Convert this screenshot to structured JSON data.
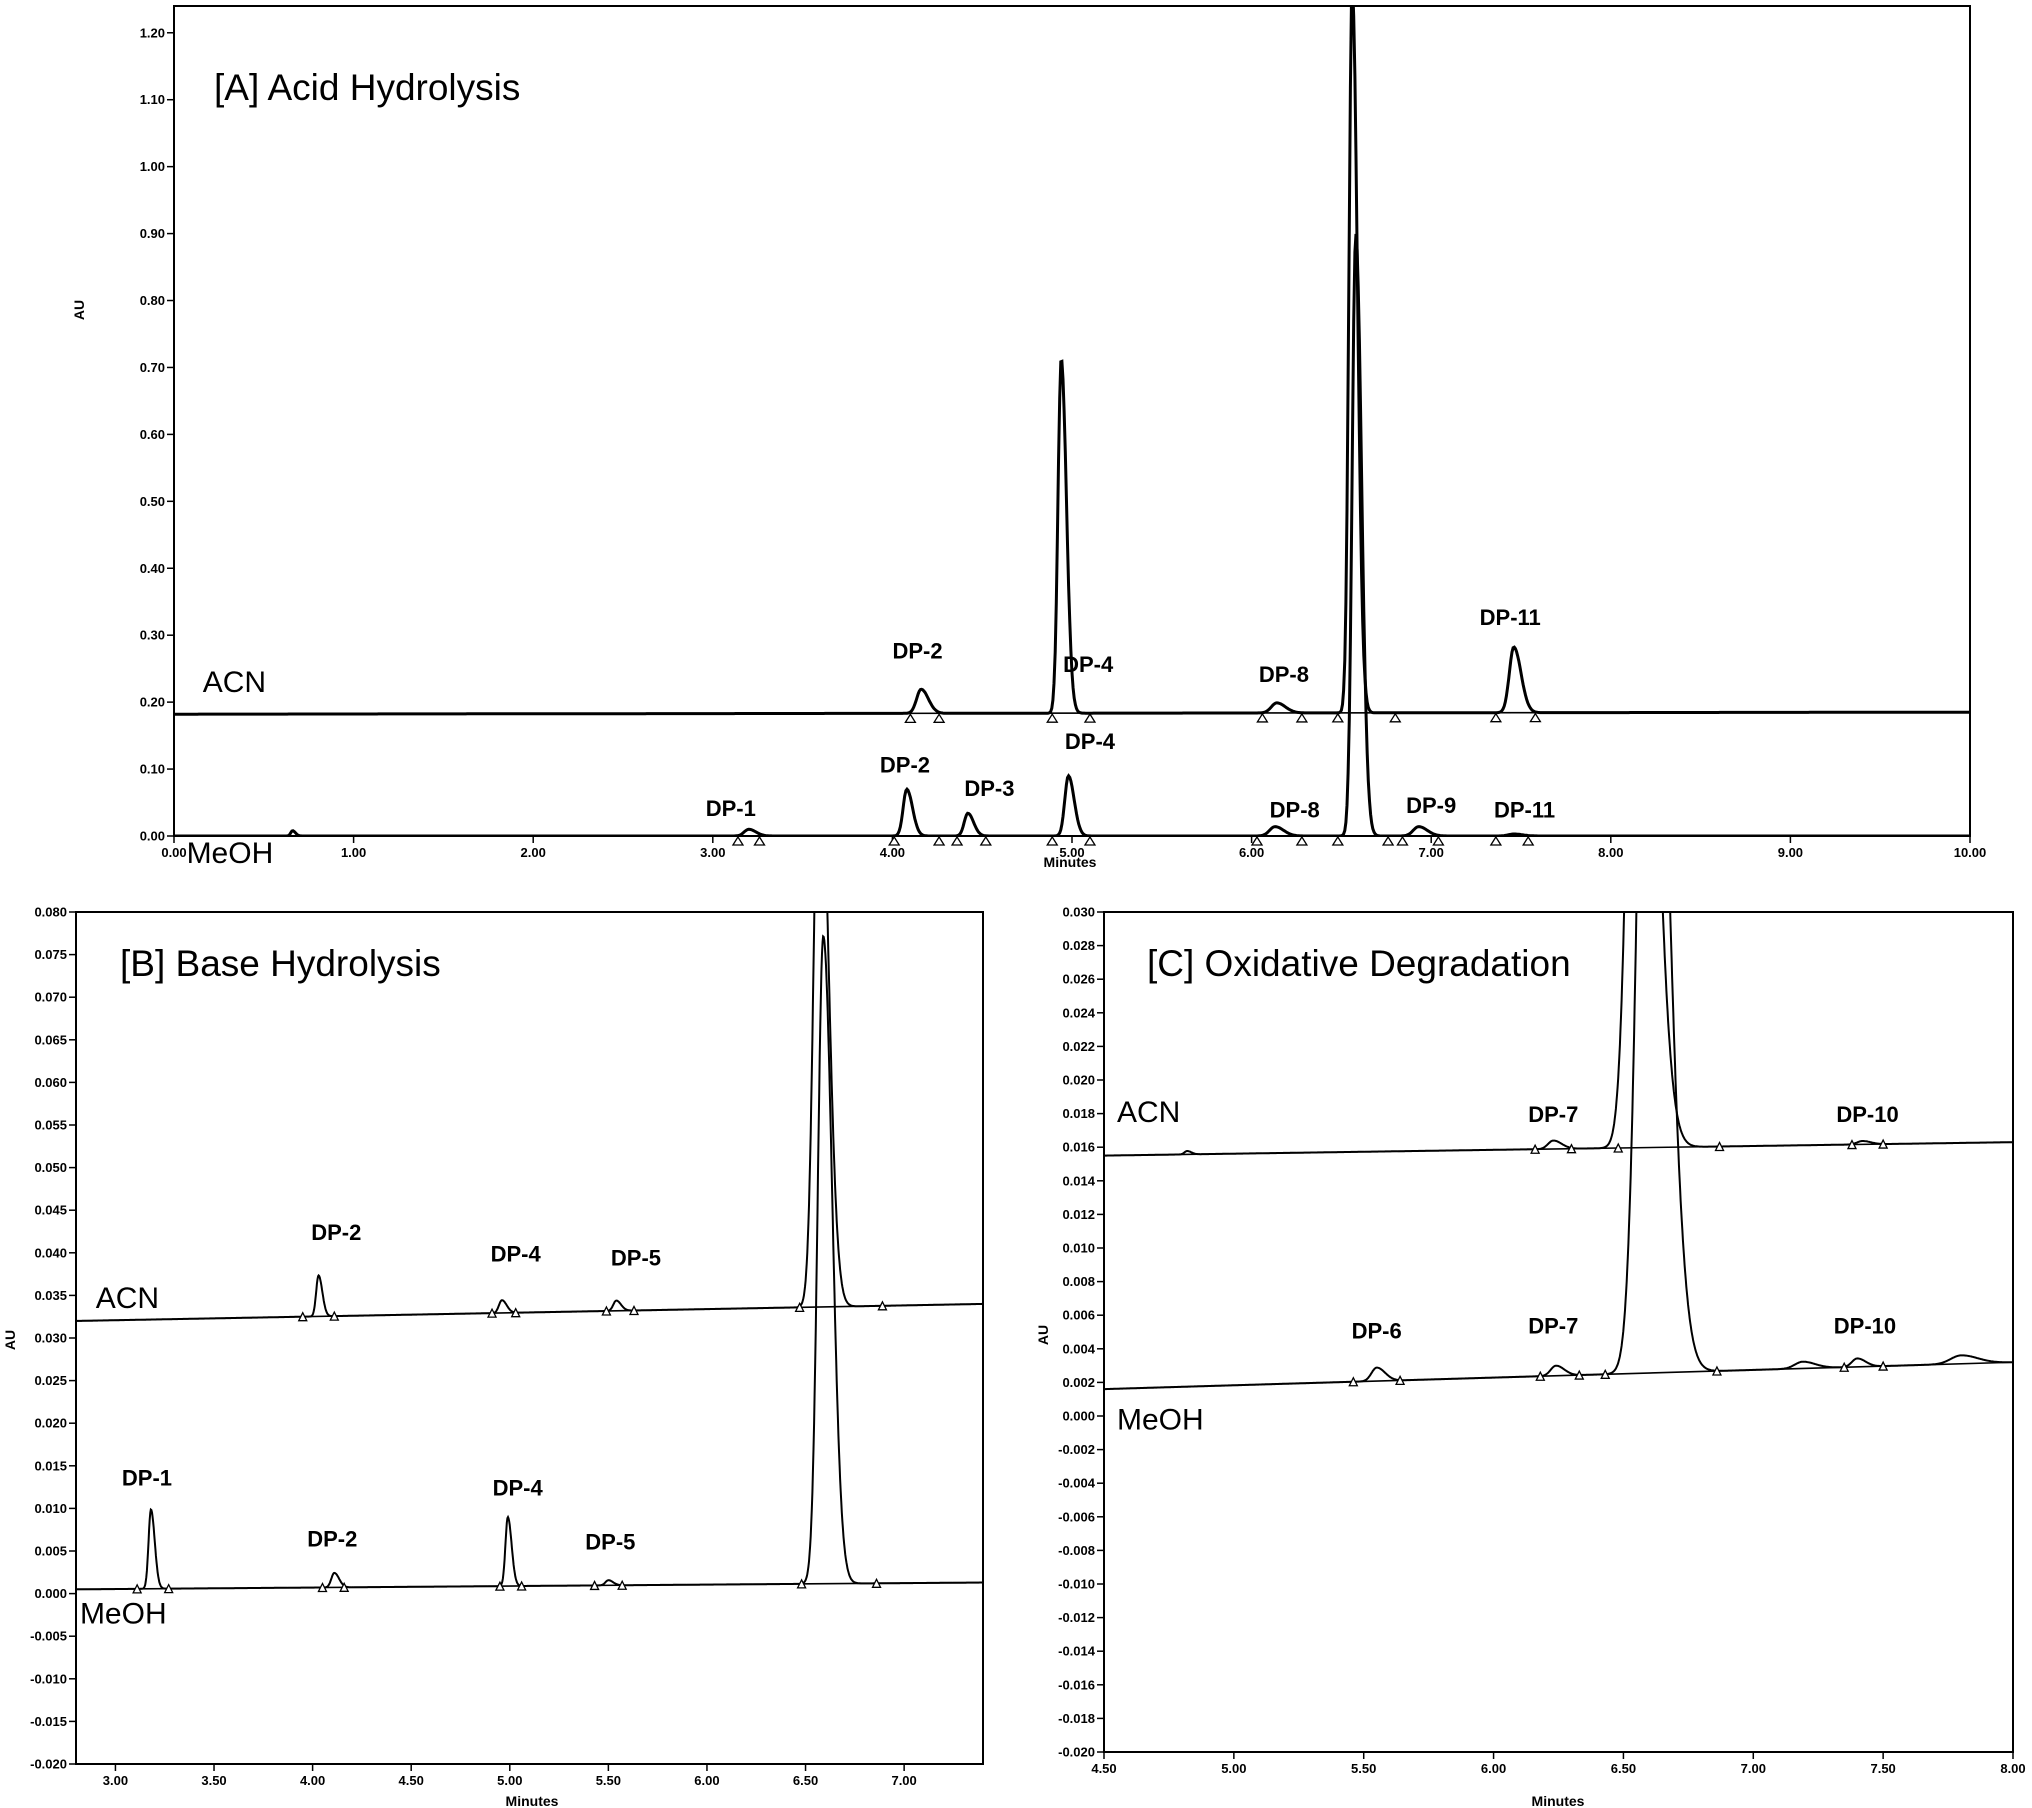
{
  "chart_data": [
    {
      "id": "A",
      "type": "line",
      "title": "[A] Acid Hydrolysis",
      "xlabel": "Minutes",
      "ylabel": "AU",
      "xlim": [
        0,
        10
      ],
      "ylim": [
        0,
        1.24
      ],
      "xticks": [
        0,
        1,
        2,
        3,
        4,
        5,
        6,
        7,
        8,
        9,
        10
      ],
      "yticks": [
        0,
        0.1,
        0.2,
        0.3,
        0.4,
        0.5,
        0.6,
        0.7,
        0.8,
        0.9,
        1.0,
        1.1,
        1.2
      ],
      "tick_decimals_x": 2,
      "tick_decimals_y": 2,
      "series": [
        {
          "name": "ACN",
          "base_start": 0.182,
          "base_end": 0.185,
          "peaks": [
            {
              "t": 4.16,
              "h": 0.036,
              "w": 0.025
            },
            {
              "t": 4.94,
              "h": 0.53,
              "w": 0.018
            },
            {
              "t": 6.14,
              "h": 0.015,
              "w": 0.03
            },
            {
              "t": 6.56,
              "h": 1.09,
              "w": 0.018
            },
            {
              "t": 7.46,
              "h": 0.098,
              "w": 0.025
            }
          ],
          "markers": [
            4.1,
            4.26,
            4.89,
            5.1,
            6.06,
            6.28,
            6.48,
            6.8,
            7.36,
            7.58
          ],
          "labels": [
            {
              "text": "DP-2",
              "t": 4.14,
              "y": 0.265
            },
            {
              "text": "DP-4",
              "t": 5.09,
              "y": 0.245
            },
            {
              "text": "DP-8",
              "t": 6.18,
              "y": 0.23
            },
            {
              "text": "DP-11",
              "t": 7.44,
              "y": 0.315
            }
          ],
          "label": {
            "text": "ACN",
            "t": 0.16,
            "y": 0.215
          }
        },
        {
          "name": "MeOH",
          "base_start": 0.0,
          "base_end": 0.0,
          "peaks": [
            {
              "t": 0.66,
              "h": 0.008,
              "w": 0.01
            },
            {
              "t": 3.2,
              "h": 0.01,
              "w": 0.025
            },
            {
              "t": 4.08,
              "h": 0.07,
              "w": 0.02
            },
            {
              "t": 4.42,
              "h": 0.034,
              "w": 0.02
            },
            {
              "t": 4.98,
              "h": 0.09,
              "w": 0.02
            },
            {
              "t": 6.13,
              "h": 0.014,
              "w": 0.03
            },
            {
              "t": 6.58,
              "h": 0.9,
              "w": 0.02
            },
            {
              "t": 6.93,
              "h": 0.014,
              "w": 0.03
            },
            {
              "t": 7.46,
              "h": 0.003,
              "w": 0.03
            }
          ],
          "markers": [
            3.14,
            3.26,
            4.01,
            4.26,
            4.36,
            4.52,
            4.89,
            5.1,
            6.03,
            6.28,
            6.48,
            6.76,
            6.84,
            7.04,
            7.36,
            7.54
          ],
          "labels": [
            {
              "text": "DP-1",
              "t": 3.1,
              "y": 0.03
            },
            {
              "text": "DP-2",
              "t": 4.07,
              "y": 0.095
            },
            {
              "text": "DP-3",
              "t": 4.54,
              "y": 0.06
            },
            {
              "text": "DP-4",
              "t": 5.1,
              "y": 0.13
            },
            {
              "text": "DP-8",
              "t": 6.24,
              "y": 0.028
            },
            {
              "text": "DP-9",
              "t": 7.0,
              "y": 0.034
            },
            {
              "text": "DP-11",
              "t": 7.52,
              "y": 0.028
            }
          ],
          "label": {
            "text": "MeOH",
            "t": 0.07,
            "y": -0.04
          }
        }
      ]
    },
    {
      "id": "B",
      "type": "line",
      "title": "[B] Base Hydrolysis",
      "xlabel": "Minutes",
      "ylabel": "AU",
      "xlim": [
        2.8,
        7.4
      ],
      "ylim": [
        -0.02,
        0.08
      ],
      "xticks": [
        3.0,
        3.5,
        4.0,
        4.5,
        5.0,
        5.5,
        6.0,
        6.5,
        7.0
      ],
      "yticks": [
        -0.02,
        -0.015,
        -0.01,
        -0.005,
        0.0,
        0.005,
        0.01,
        0.015,
        0.02,
        0.025,
        0.03,
        0.035,
        0.04,
        0.045,
        0.05,
        0.055,
        0.06,
        0.065,
        0.07,
        0.075,
        0.08
      ],
      "tick_decimals_x": 2,
      "tick_decimals_y": 3,
      "series": [
        {
          "name": "ACN",
          "base_start": 0.032,
          "base_end": 0.034,
          "peaks": [
            {
              "t": 4.03,
              "h": 0.0048,
              "w": 0.012
            },
            {
              "t": 4.96,
              "h": 0.0015,
              "w": 0.015
            },
            {
              "t": 5.54,
              "h": 0.0012,
              "w": 0.015
            },
            {
              "t": 6.57,
              "h": 0.07,
              "w": 0.028
            }
          ],
          "markers": [
            3.95,
            4.11,
            4.91,
            5.03,
            5.49,
            5.63,
            6.47,
            6.89
          ],
          "labels": [
            {
              "text": "DP-2",
              "t": 4.12,
              "y": 0.0415
            },
            {
              "text": "DP-4",
              "t": 5.03,
              "y": 0.039
            },
            {
              "text": "DP-5",
              "t": 5.64,
              "y": 0.0385
            }
          ],
          "label": {
            "text": "ACN",
            "t": 2.9,
            "y": 0.0335
          }
        },
        {
          "name": "MeOH",
          "base_start": 0.0005,
          "base_end": 0.0013,
          "peaks": [
            {
              "t": 3.18,
              "h": 0.0093,
              "w": 0.012
            },
            {
              "t": 4.11,
              "h": 0.0017,
              "w": 0.015
            },
            {
              "t": 4.99,
              "h": 0.0081,
              "w": 0.012
            },
            {
              "t": 5.5,
              "h": 0.0006,
              "w": 0.015
            },
            {
              "t": 6.59,
              "h": 0.076,
              "w": 0.028
            }
          ],
          "markers": [
            3.11,
            3.27,
            4.05,
            4.16,
            4.95,
            5.06,
            5.43,
            5.57,
            6.48,
            6.86
          ],
          "labels": [
            {
              "text": "DP-1",
              "t": 3.16,
              "y": 0.0127
            },
            {
              "text": "DP-2",
              "t": 4.1,
              "y": 0.0055
            },
            {
              "text": "DP-4",
              "t": 5.04,
              "y": 0.0115
            },
            {
              "text": "DP-5",
              "t": 5.51,
              "y": 0.0052
            }
          ],
          "label": {
            "text": "MeOH",
            "t": 2.82,
            "y": -0.0035
          }
        }
      ]
    },
    {
      "id": "C",
      "type": "line",
      "title": "[C] Oxidative Degradation",
      "xlabel": "Minutes",
      "ylabel": "AU",
      "xlim": [
        4.5,
        8.0
      ],
      "ylim": [
        -0.02,
        0.03
      ],
      "xticks": [
        4.5,
        5.0,
        5.5,
        6.0,
        6.5,
        7.0,
        7.5,
        8.0
      ],
      "yticks": [
        -0.02,
        -0.018,
        -0.016,
        -0.014,
        -0.012,
        -0.01,
        -0.008,
        -0.006,
        -0.004,
        -0.002,
        0.0,
        0.002,
        0.004,
        0.006,
        0.008,
        0.01,
        0.012,
        0.014,
        0.016,
        0.018,
        0.02,
        0.022,
        0.024,
        0.026,
        0.028,
        0.03
      ],
      "tick_decimals_x": 2,
      "tick_decimals_y": 3,
      "series": [
        {
          "name": "ACN",
          "base_start": 0.0155,
          "base_end": 0.0163,
          "peaks": [
            {
              "t": 4.82,
              "h": 0.0002,
              "w": 0.01
            },
            {
              "t": 6.23,
              "h": 0.0005,
              "w": 0.02
            },
            {
              "t": 6.56,
              "h": 0.05,
              "w": 0.036
            },
            {
              "t": 7.42,
              "h": 0.0002,
              "w": 0.02
            }
          ],
          "markers": [
            6.16,
            6.3,
            6.48,
            6.87,
            7.38,
            7.5
          ],
          "labels": [
            {
              "text": "DP-7",
              "t": 6.23,
              "y": 0.0175
            },
            {
              "text": "DP-10",
              "t": 7.44,
              "y": 0.0175
            }
          ],
          "label": {
            "text": "ACN",
            "t": 4.55,
            "y": 0.0175
          }
        },
        {
          "name": "MeOH",
          "base_start": 0.0016,
          "base_end": 0.0032,
          "peaks": [
            {
              "t": 5.55,
              "h": 0.0008,
              "w": 0.02
            },
            {
              "t": 6.24,
              "h": 0.0006,
              "w": 0.02
            },
            {
              "t": 6.6,
              "h": 0.06,
              "w": 0.04
            },
            {
              "t": 7.19,
              "h": 0.0004,
              "w": 0.03
            },
            {
              "t": 7.4,
              "h": 0.0005,
              "w": 0.02
            },
            {
              "t": 7.8,
              "h": 0.0005,
              "w": 0.04
            }
          ],
          "markers": [
            5.46,
            5.64,
            6.18,
            6.33,
            6.43,
            6.86,
            7.35,
            7.5
          ],
          "labels": [
            {
              "text": "DP-6",
              "t": 5.55,
              "y": 0.0046
            },
            {
              "text": "DP-7",
              "t": 6.23,
              "y": 0.0049
            },
            {
              "text": "DP-10",
              "t": 7.43,
              "y": 0.0049
            }
          ],
          "label": {
            "text": "MeOH",
            "t": 4.55,
            "y": -0.0008
          }
        }
      ]
    }
  ]
}
